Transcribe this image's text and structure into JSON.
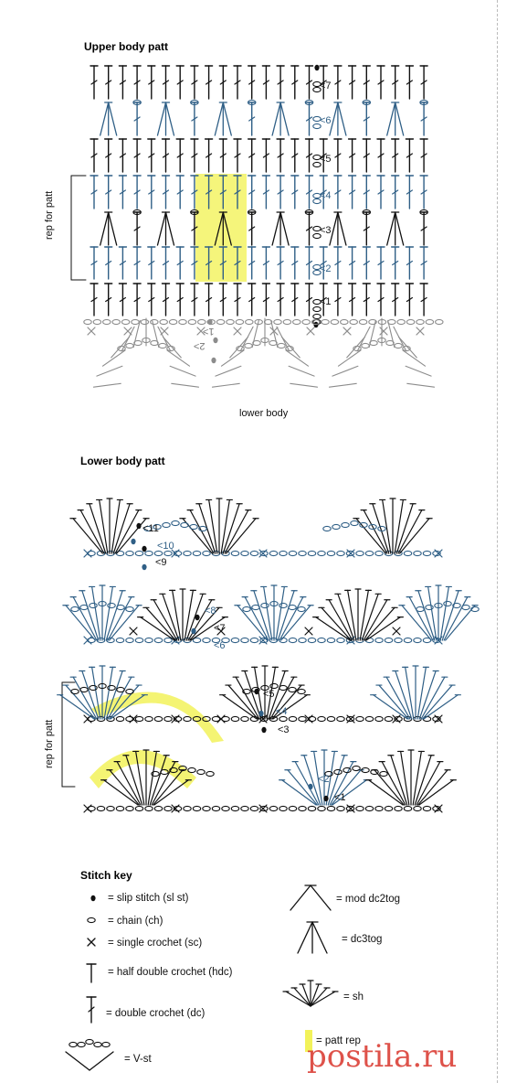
{
  "upper": {
    "title": "Upper body patt",
    "rep_label": "rep for patt",
    "lower_body_label": "lower body",
    "row_numbers": [
      "<1",
      "<2",
      "<3",
      "<4",
      "<5",
      "<6",
      "<7"
    ],
    "bottom_row_numbers": [
      "1>",
      "2>"
    ]
  },
  "lower": {
    "title": "Lower body patt",
    "rep_label": "rep for patt",
    "row_numbers": [
      "<1",
      "<2",
      "<3",
      "<4",
      "<5",
      "<6",
      "<7",
      "<8",
      "<9",
      "<10",
      "<11"
    ]
  },
  "key": {
    "title": "Stitch key",
    "items": [
      {
        "symbol": "slip-stitch",
        "text": "= slip stitch (sl st)"
      },
      {
        "symbol": "chain",
        "text": "= chain (ch)"
      },
      {
        "symbol": "single-crochet",
        "text": "= single crochet (sc)"
      },
      {
        "symbol": "half-double-crochet",
        "text": "= half double crochet (hdc)"
      },
      {
        "symbol": "double-crochet",
        "text": "= double crochet (dc)"
      },
      {
        "symbol": "v-stitch",
        "text": "= V-st"
      },
      {
        "symbol": "mod-dc2tog",
        "text": "= mod dc2tog"
      },
      {
        "symbol": "dc3tog",
        "text": "= dc3tog"
      },
      {
        "symbol": "shell",
        "text": "= sh"
      },
      {
        "symbol": "patt-rep",
        "text": "= patt rep"
      }
    ]
  },
  "watermark": "postila.ru",
  "colors": {
    "black": "#111111",
    "blue": "#2f5f86",
    "gray": "#8c8c8c",
    "highlight": "#f2f25a",
    "wm_red": "#d9352b"
  }
}
